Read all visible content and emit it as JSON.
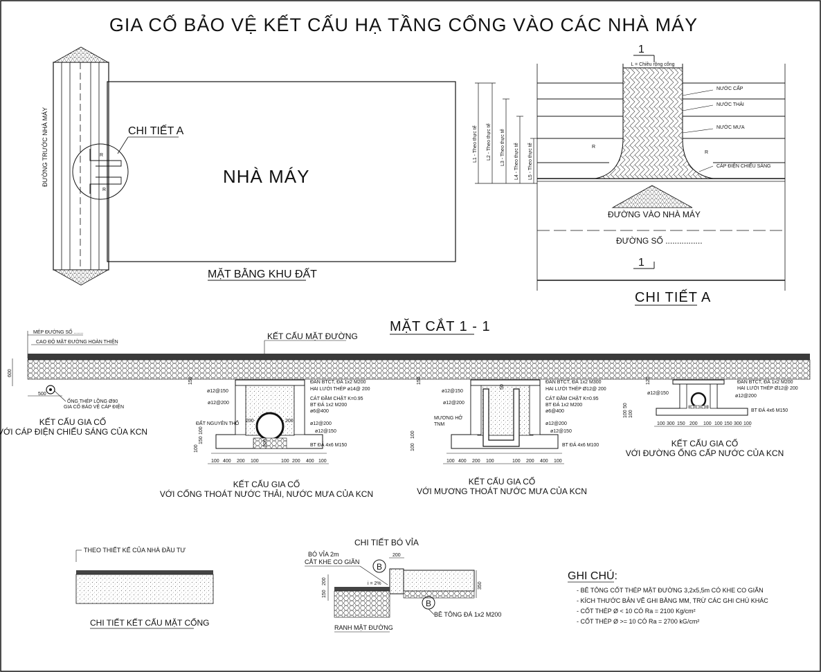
{
  "title": "GIA CỐ BẢO VỆ KẾT CẤU HẠ TẦNG CỔNG VÀO CÁC NHÀ MÁY",
  "plan": {
    "road_label": "ĐƯỜNG TRƯỚC NHÀ MÁY",
    "factory_label": "NHÀ MÁY",
    "detail_a_label": "CHI TIẾT A",
    "caption": "MẶT BẰNG KHU ĐẤT",
    "r": "R"
  },
  "detail_a": {
    "section_mark": "1",
    "gate_width": "L = Chiều rộng cổng",
    "dims": [
      "L1 - Theo thực tế",
      "L2 - Theo thực tế",
      "L3 - Theo thực tế",
      "L4 - Theo thực tế",
      "L5 - Theo thực tế"
    ],
    "utilities": [
      "NƯỚC CẤP",
      "NƯỚC THẢI",
      "NƯỚC MƯA",
      "CÁP ĐIỆN CHIẾU SÁNG"
    ],
    "access_road": "ĐƯỜNG VÀO NHÀ MÁY",
    "street": "ĐƯỜNG SỐ ................",
    "caption": "CHI TIẾT A",
    "r": "R"
  },
  "section": {
    "title": "MẶT CẮT 1 - 1",
    "edge": "MÉP ĐƯỜNG SỐ .......",
    "elevation": "CAO ĐỘ MẶT ĐƯỜNG HOÀN THIỆN",
    "pavement": "KẾT CẤU MẶT ĐƯỜNG",
    "depth": "600",
    "cable": {
      "dim": "500",
      "pipe": "ỐNG THÉP LỒNG Ø90",
      "pipe_note": "GIA CỐ BẢO VỆ CÁP ĐIỆN",
      "caption1": "KẾT CẤU GIA CỐ",
      "caption2": "VỚI CÁP ĐIỆN CHIẾU SÁNG CỦA KCN"
    },
    "sewer": {
      "slab": "ĐAN BTCT, ĐÁ 1x2 M200",
      "mesh": "HAI LƯỚI THÉP ø14@ 200",
      "sand": "CÁT ĐẦM CHẶT K=0.95",
      "concrete": "BT ĐÁ 1x2 M200",
      "stirrup": "ø6@400",
      "soil": "ĐẤT NGUYÊN THỔ",
      "base": "BT ĐÁ 4x6 M150",
      "rebar": [
        "ø12@150",
        "ø12@200",
        "ø12@200",
        "ø12@150"
      ],
      "pipe_dims": [
        "200",
        "200",
        "200"
      ],
      "top_dim": "150",
      "side_dims": [
        "100",
        "150",
        "100"
      ],
      "bottom_dims": [
        "100",
        "400",
        "200",
        "100",
        "100",
        "200",
        "400",
        "100"
      ],
      "caption1": "KẾT CẤU GIA CỐ",
      "caption2": "VỚI CỐNG THOÁT NƯỚC THẢI, NƯỚC MƯA CỦA KCN"
    },
    "ditch": {
      "slab": "ĐAN BTCT, ĐÁ 1x2 M300",
      "mesh": "HAI LƯỚI THÉP Ø12@ 200",
      "sand": "CÁT ĐẦM CHẶT K=0.95",
      "concrete": "BT ĐÁ 1x2 M200",
      "stirrup": "ø6@400",
      "ditch_label": "MƯƠNG HỞ",
      "tnm": "TNM",
      "base": "BT ĐÁ 4x6 M100",
      "rebar": [
        "ø12@150",
        "ø12@200",
        "ø12@200",
        "ø12@150"
      ],
      "top_dim": "150",
      "mid_dim": "50",
      "side_dims": [
        "100",
        "100"
      ],
      "bottom_dims": [
        "100",
        "400",
        "200",
        "100",
        "100",
        "200",
        "400",
        "100"
      ],
      "caption1": "KẾT CẤU GIA CỐ",
      "caption2": "VỚI MƯƠNG THOÁT NƯỚC MƯA CỦA KCN"
    },
    "water": {
      "slab": "ĐAN BTCT, ĐÁ 1x2 M200",
      "mesh": "HAI LƯỚI THÉP Ø12@ 200",
      "base": "BT ĐÁ 4x6 M150",
      "rebar": [
        "ø12@150",
        "ø12@200"
      ],
      "top_dim": "120",
      "side_dims": [
        "100",
        "50",
        "100"
      ],
      "bottom_dims": [
        "100",
        "300",
        "150",
        "200",
        "100",
        "100",
        "150",
        "300",
        "100"
      ],
      "caption1": "KẾT CẤU GIA CỐ",
      "caption2": "VỚI ĐƯỜNG ỐNG CẤP NƯỚC CỦA KCN"
    }
  },
  "gate_surface": {
    "note": "THEO THIẾT KẾ CỦA NHÀ ĐẦU TƯ",
    "caption": "CHI TIẾT KẾT CẤU MẶT CỔNG"
  },
  "curb": {
    "title": "CHI TIẾT BÓ VỈA",
    "curb_label": "BÓ VỈA 2m",
    "joint": "CẮT KHE CO GIÃN",
    "marker": "B",
    "slope": "i = 2%",
    "dim_top": "200",
    "dim_right": "350",
    "dim_left": [
      "200",
      "150"
    ],
    "concrete": "BÊ TÔNG ĐÁ 1x2 M200",
    "gutter": "RANH MẶT ĐƯỜNG"
  },
  "notes": {
    "heading": "GHI CHÚ:",
    "items": [
      "- BÊ TÔNG CỐT THÉP MẶT ĐƯỜNG 3,2x5,5m CÓ KHE CO GIÃN",
      "- KÍCH THƯỚC BẢN VẼ GHI BẰNG MM, TRỪ CÁC GHI CHÚ KHÁC",
      "- CỐT THÉP Ø < 10  CÓ Ra = 2100 Kg/cm²",
      "- CỐT THÉP Ø >= 10  CÓ Ra = 2700 kG/cm²"
    ]
  }
}
